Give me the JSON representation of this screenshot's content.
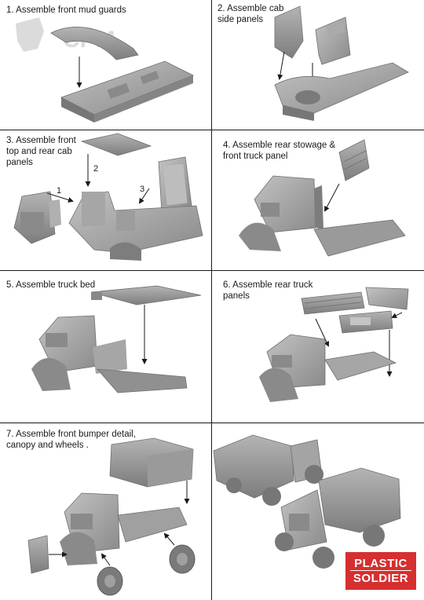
{
  "steps": [
    {
      "label": "1. Assemble front mud guards"
    },
    {
      "label": "2. Assemble cab\nside panels"
    },
    {
      "label": "3. Assemble front\ntop and rear cab\npanels",
      "callouts": [
        "1",
        "2",
        "3"
      ]
    },
    {
      "label": "4. Assemble rear stowage &\nfront truck panel"
    },
    {
      "label": "5. Assemble truck bed"
    },
    {
      "label": "6. Assemble rear truck\npanels"
    },
    {
      "label": "7. Assemble front bumper detail,\ncanopy and wheels   ."
    }
  ],
  "watermark": {
    "text": "CPM"
  },
  "brand": {
    "line1": "PLASTIC",
    "line2": "SOLDIER",
    "color": "#d62f2f"
  },
  "colors": {
    "model_fill": "#9a9a9a",
    "model_dark": "#6e6e6e",
    "divider": "#1a1a1a"
  }
}
